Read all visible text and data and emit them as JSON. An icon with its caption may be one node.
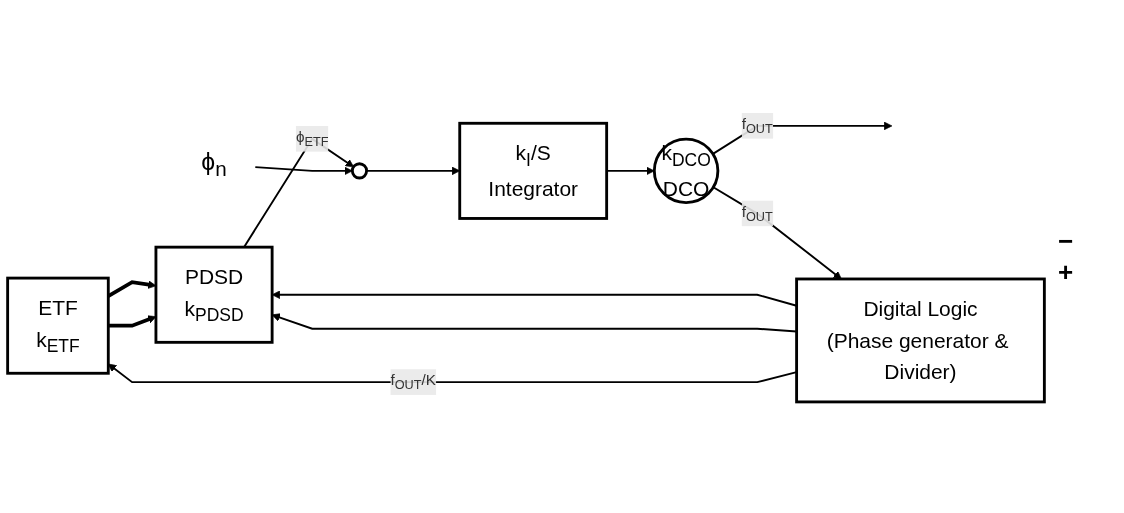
{
  "diagram": {
    "nodes": [
      {
        "text": [
          "ETF",
          "k$_{ETF}$"
        ]
      },
      {
        "text": [
          "PDSD",
          "k$_{PDSD}$"
        ]
      },
      {
        "text": [],
        "shape": "circle"
      },
      {
        "text": [
          "ϕ$_{n}$"
        ]
      },
      {
        "text": [
          "k$_{I}$/S",
          "Integrator"
        ]
      },
      {
        "text": [
          "k$_{DCO}$",
          "DCO"
        ]
      },
      {
        "text": [
          "Digital Logic",
          "(Phase generator & Divider)"
        ]
      }
    ],
    "edges": [
      {
        "from": 0,
        "to": 1,
        "arrow": "to",
        "style": "thick"
      },
      {
        "from": 0,
        "to": 1,
        "arrow": "to",
        "style": "thick"
      },
      {
        "from": 1,
        "to": 2,
        "arrow": "to",
        "label": "ϕ$_{ETF}$"
      },
      {
        "from": 3,
        "to": 2,
        "arrow": "to"
      },
      {
        "from": 2,
        "to": 4,
        "arrow": "to"
      },
      {
        "from": 4,
        "to": 5,
        "arrow": "to"
      },
      {
        "from": 5,
        "to": null,
        "arrow": "to",
        "label": "f$_{OUT}$"
      },
      {
        "from": 5,
        "to": 6,
        "arrow": "to",
        "label": "f$_{OUT}$"
      },
      {
        "from": 6,
        "to": 1,
        "arrow": "to"
      },
      {
        "from": 6,
        "to": 1,
        "arrow": "to"
      },
      {
        "from": 6,
        "to": 0,
        "arrow": "to",
        "label": "f$_{OUT}$/K"
      }
    ],
    "labels": [
      "−",
      "+"
    ]
  }
}
